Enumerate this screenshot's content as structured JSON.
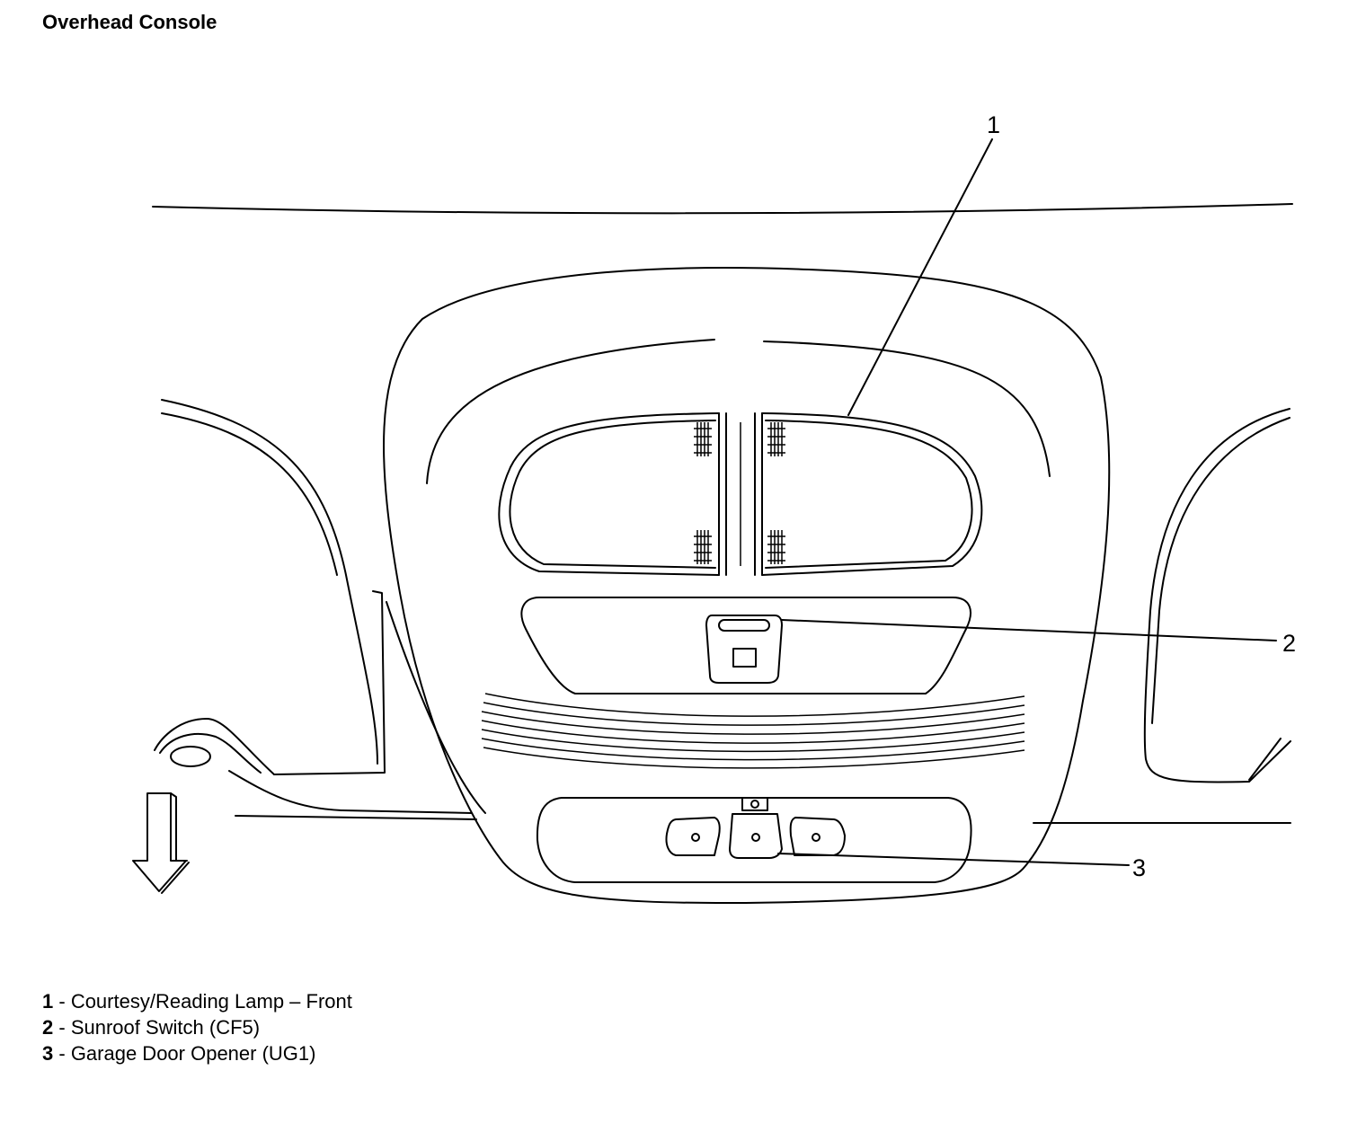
{
  "title": "Overhead Console",
  "callouts": [
    {
      "number": "1"
    },
    {
      "number": "2"
    },
    {
      "number": "3"
    }
  ],
  "legend": [
    {
      "number": "1",
      "separator": " - ",
      "text": "Courtesy/Reading Lamp – Front"
    },
    {
      "number": "2",
      "separator": " - ",
      "text": "Sunroof Switch (CF5)"
    },
    {
      "number": "3",
      "separator": " - ",
      "text": "Garage Door Opener (UG1)"
    }
  ],
  "icons": [
    "front-direction-arrow-icon"
  ]
}
